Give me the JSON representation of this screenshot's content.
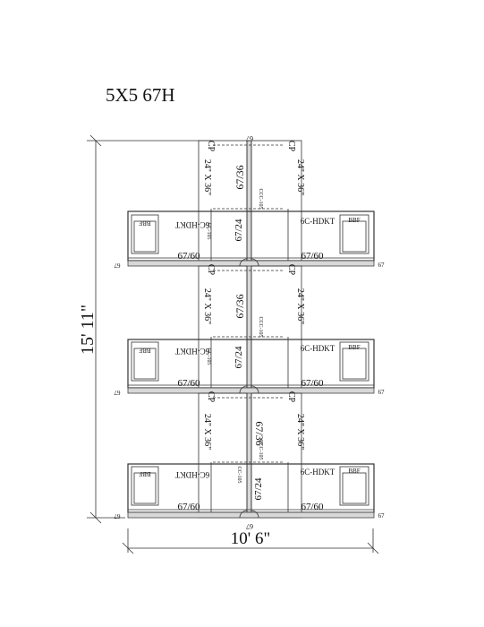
{
  "drawing": {
    "title": "5X5 67H",
    "overall_height": "15' 11\"",
    "overall_width": "10' 6\""
  },
  "labels": {
    "panel_height": "67",
    "worksurface": "67/60",
    "divider": "67/36",
    "divider_low": "67/24",
    "chair_pad": "CP",
    "pad_size": "24\" X 36\"",
    "storage": "BBF",
    "overhead": "6C-HDKT",
    "hardware_a": "CC-105",
    "hardware_b": "CCC-105"
  }
}
